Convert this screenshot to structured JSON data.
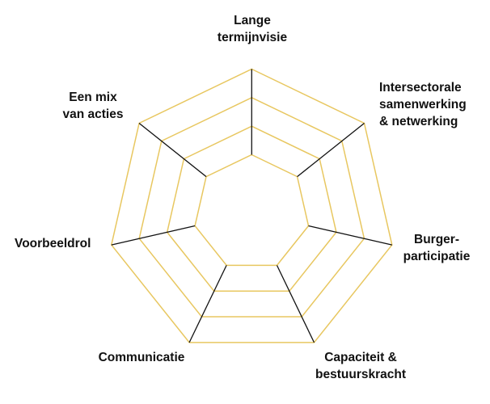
{
  "colors": {
    "ring": "#e8c760",
    "spoke": "#111111",
    "text": "#111111"
  },
  "diagram": {
    "ring_count": 4,
    "axes": [
      {
        "id": "lange-termijnvisie",
        "lines": [
          "Lange",
          "termijnvisie"
        ]
      },
      {
        "id": "intersectorale-samenwerking",
        "lines": [
          "Intersectorale",
          "samenwerking",
          "& netwerking"
        ]
      },
      {
        "id": "burgerparticipatie",
        "lines": [
          "Burger-",
          "participatie"
        ]
      },
      {
        "id": "capaciteit-bestuurskracht",
        "lines": [
          "Capaciteit &",
          "bestuurskracht"
        ]
      },
      {
        "id": "communicatie",
        "lines": [
          "Communicatie"
        ]
      },
      {
        "id": "voorbeeldrol",
        "lines": [
          "Voorbeeldrol"
        ]
      },
      {
        "id": "een-mix-van-acties",
        "lines": [
          "Een mix",
          "van acties"
        ]
      }
    ]
  }
}
